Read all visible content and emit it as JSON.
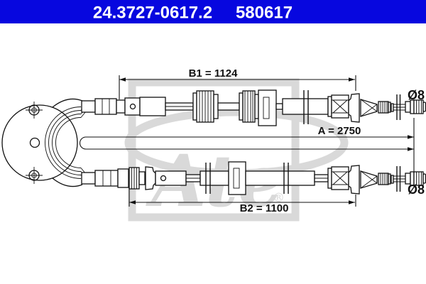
{
  "title_bar": {
    "part_number": "24.3727-0617.2",
    "ean_number": "580617",
    "background": "#0707df",
    "text_color": "#ffffff"
  },
  "dimensions": {
    "b1": "B1 = 1124",
    "a": "A = 2750",
    "b2": "B2 = 1100",
    "diameter_top": "Ø8",
    "diameter_bottom": "Ø8"
  },
  "watermark": {
    "brand": "Ate",
    "registered": "®",
    "color": "#d9d9d9"
  },
  "drawing": {
    "line_color": "#111111"
  }
}
